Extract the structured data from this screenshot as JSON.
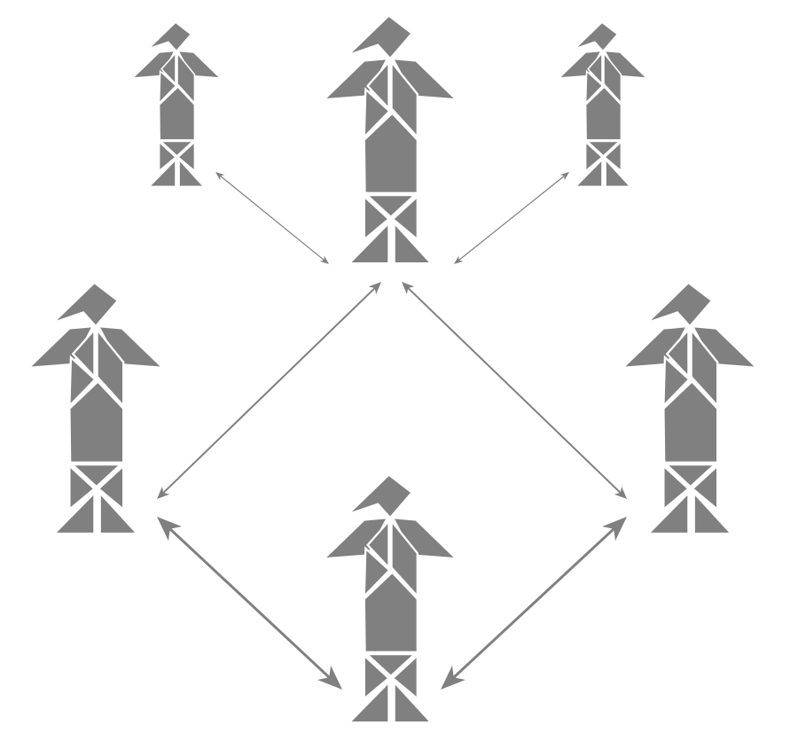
{
  "colors": {
    "figure": "#808080",
    "arrow": "#808080",
    "background": "#ffffff"
  },
  "figures": [
    {
      "id": "top-left",
      "size": "small"
    },
    {
      "id": "top-center",
      "size": "large"
    },
    {
      "id": "top-right",
      "size": "small"
    },
    {
      "id": "middle-left",
      "size": "large"
    },
    {
      "id": "middle-right",
      "size": "large"
    },
    {
      "id": "bottom-center",
      "size": "large"
    }
  ],
  "connections": [
    {
      "from": "top-center",
      "to": "top-left",
      "style": "thin"
    },
    {
      "from": "top-center",
      "to": "top-right",
      "style": "thin"
    },
    {
      "from": "top-center",
      "to": "middle-left",
      "style": "medium"
    },
    {
      "from": "top-center",
      "to": "middle-right",
      "style": "medium"
    },
    {
      "from": "bottom-center",
      "to": "middle-left",
      "style": "thick"
    },
    {
      "from": "bottom-center",
      "to": "middle-right",
      "style": "thick"
    }
  ]
}
